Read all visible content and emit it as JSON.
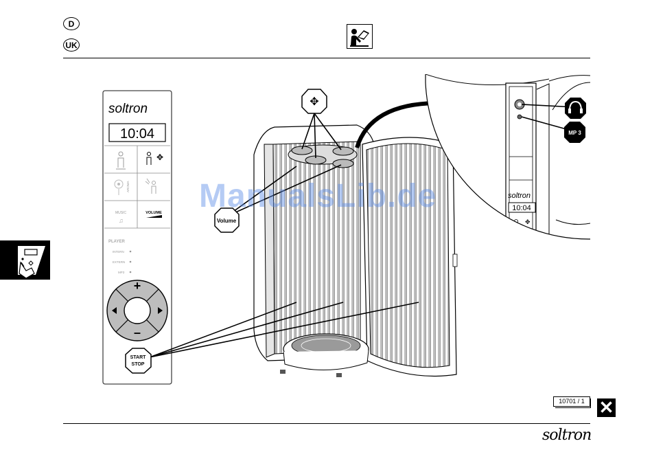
{
  "header": {
    "lang_de": "D",
    "lang_uk": "UK",
    "manual_icon": "read-manual-icon"
  },
  "side_tab": {
    "icon": "control-panel-hand-icon"
  },
  "panel": {
    "brand": "soltron",
    "display": "10:04",
    "aroma_label": "AROMA",
    "music_label": "MUSIC",
    "volume_label": "VOLUME",
    "player_title": "PLAYER",
    "player_options": [
      "INTERN",
      "EXTERN",
      "MP3"
    ],
    "plus": "+",
    "minus": "–"
  },
  "callouts": {
    "volume": "Volume",
    "start": "START",
    "stop": "STOP",
    "mp3": "MP 3"
  },
  "inset": {
    "brand": "soltron",
    "display": "10:04"
  },
  "watermark": "ManualsLib.de",
  "footer": {
    "doc_number": "10701 / 1",
    "close": "✕",
    "logo": "soltron"
  }
}
